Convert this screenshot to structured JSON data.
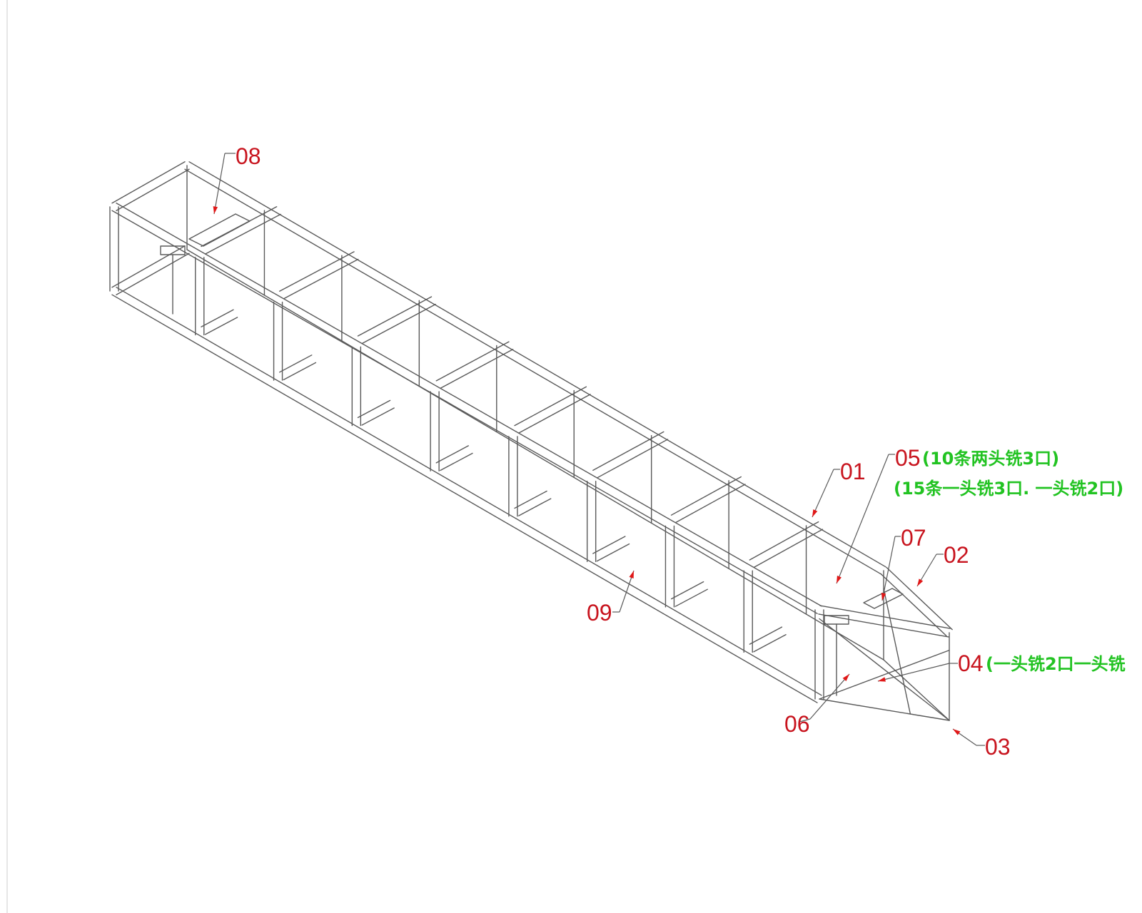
{
  "labels": {
    "p01": "01",
    "p02": "02",
    "p03": "03",
    "p04": "04",
    "p05": "05",
    "p06": "06",
    "p07": "07",
    "p08": "08",
    "p09": "09"
  },
  "notes": {
    "p05_line1": "(10条两头铣3口)",
    "p05_line2": "(15条一头铣3口. 一头铣2口)",
    "p04": "(一头铣2口一头铣"
  },
  "colors": {
    "label": "#c8141e",
    "note": "#22c322",
    "frame": "#5a5a5a",
    "leader_arrow": "#e01818"
  }
}
